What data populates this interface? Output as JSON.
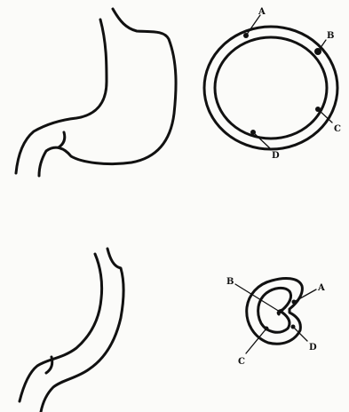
{
  "top_diagram": {
    "labels": {
      "a": "A",
      "b": "B",
      "c": "C",
      "d": "D"
    }
  },
  "bottom_diagram": {
    "labels": {
      "a": "A",
      "b": "B",
      "c": "C",
      "d": "D"
    }
  }
}
